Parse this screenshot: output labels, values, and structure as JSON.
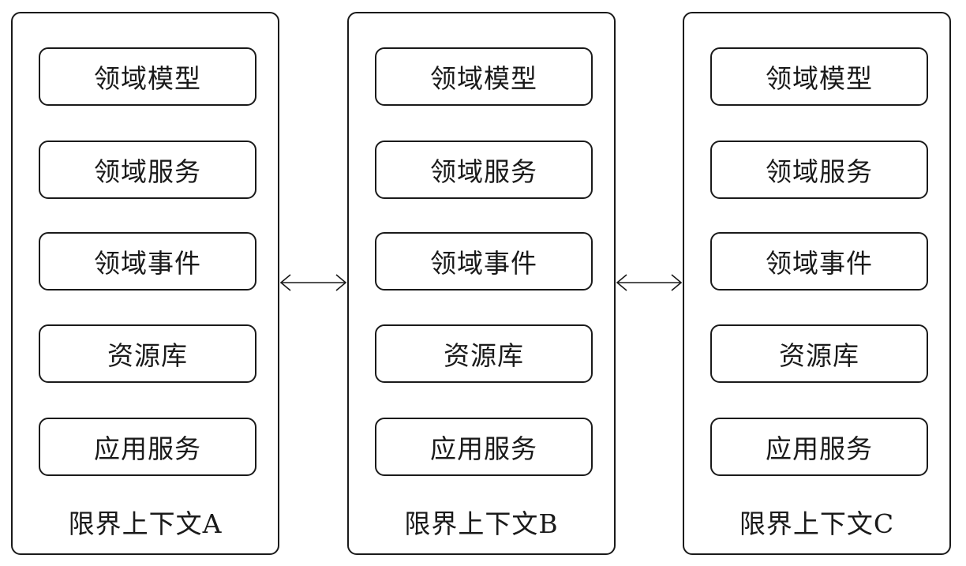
{
  "contexts": [
    {
      "label": "限界上下文A",
      "modules": [
        "领域模型",
        "领域服务",
        "领域事件",
        "资源库",
        "应用服务"
      ]
    },
    {
      "label": "限界上下文B",
      "modules": [
        "领域模型",
        "领域服务",
        "领域事件",
        "资源库",
        "应用服务"
      ]
    },
    {
      "label": "限界上下文C",
      "modules": [
        "领域模型",
        "领域服务",
        "领域事件",
        "资源库",
        "应用服务"
      ]
    }
  ],
  "connections": [
    {
      "from": "限界上下文A",
      "to": "限界上下文B",
      "direction": "bidirectional"
    },
    {
      "from": "限界上下文B",
      "to": "限界上下文C",
      "direction": "bidirectional"
    }
  ],
  "colors": {
    "stroke": "#1a1a1a",
    "background": "#ffffff"
  }
}
